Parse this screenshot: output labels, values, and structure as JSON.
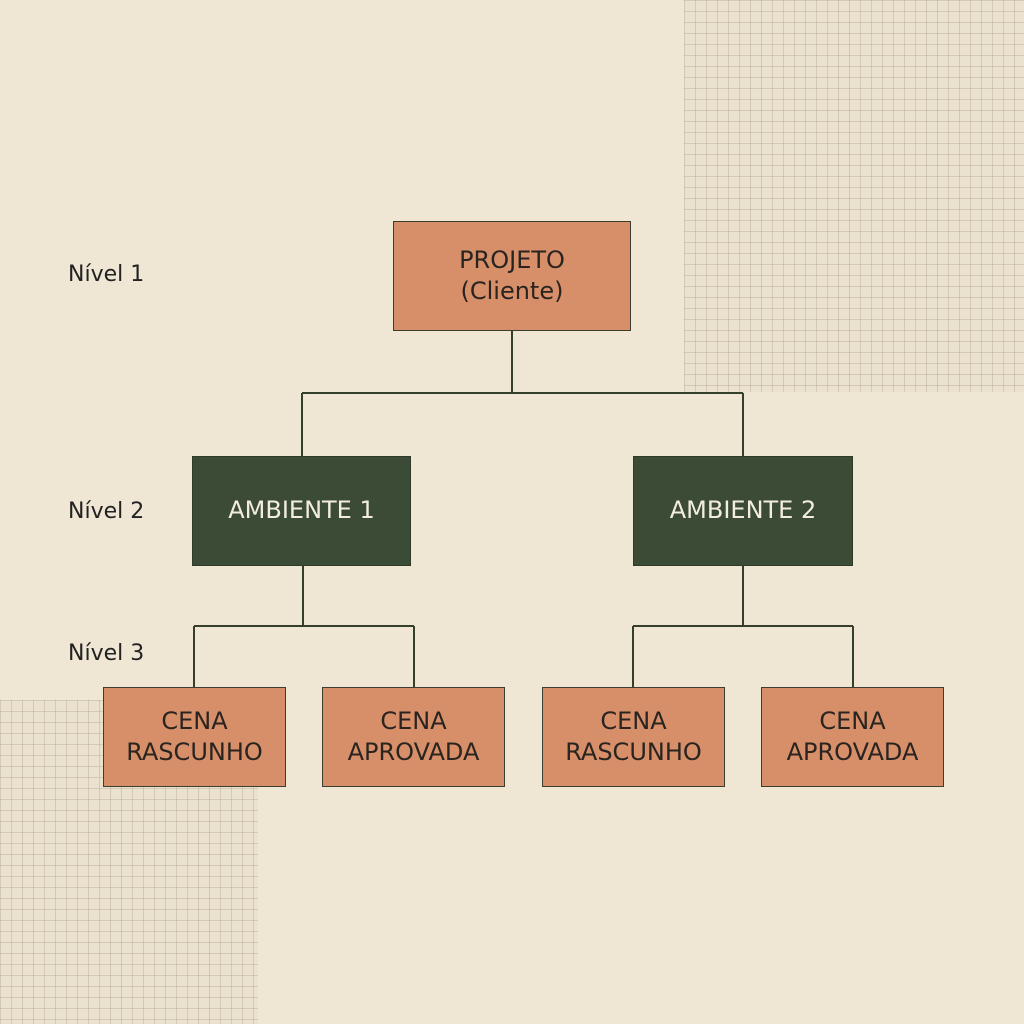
{
  "levels": {
    "level_1": "Nível 1",
    "level_2": "Nível 2",
    "level_3": "Nível 3"
  },
  "nodes": {
    "root": "PROJETO\n(Cliente)",
    "env_1": "AMBIENTE 1",
    "env_2": "AMBIENTE 2",
    "scene_1": "CENA\nRASCUNHO",
    "scene_2": "CENA\nAPROVADA",
    "scene_3": "CENA\nRASCUNHO",
    "scene_4": "CENA\nAPROVADA"
  },
  "colors": {
    "background": "#efe6d4",
    "orange_node": "#d78f69",
    "green_node": "#3c4b35",
    "connector": "#34402c"
  }
}
